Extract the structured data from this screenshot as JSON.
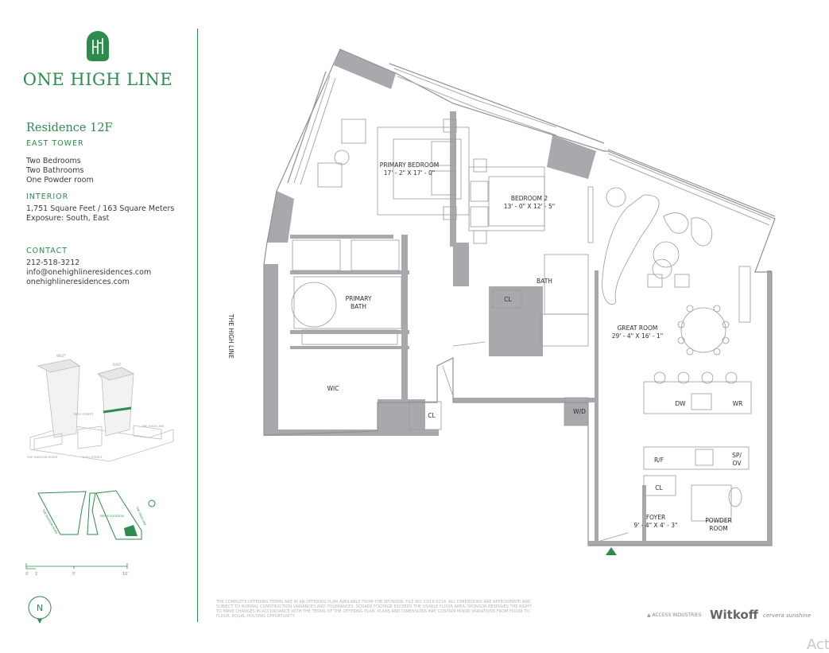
{
  "brand": {
    "name": "ONE HIGH LINE",
    "badge_letters": "HH"
  },
  "residence": {
    "title": "Residence 12F",
    "tower": "EAST TOWER",
    "details": [
      "Two Bedrooms",
      "Two Bathrooms",
      "One Powder room"
    ]
  },
  "interior": {
    "heading": "INTERIOR",
    "area": "1,751 Square Feet / 163 Square Meters",
    "exposure": "Exposure: South, East"
  },
  "contact": {
    "heading": "CONTACT",
    "phone": "212-518-3212",
    "email": "info@onehighlineresidences.com",
    "website": "onehighlineresidences.com"
  },
  "key_plan": {
    "west_label": "WEST",
    "east_label": "EAST",
    "street_18": "18TH STREET",
    "street_17": "17TH STREET",
    "river": "THE HUDSON RIVER",
    "highline": "THE HIGH LINE",
    "map_river": "THE HUDSON RIVER",
    "map_highline": "THE HIGH LINE",
    "map_center": "PIER'S LOCATION"
  },
  "scale": {
    "ticks": [
      "0'",
      "1'",
      "5'",
      "10'"
    ]
  },
  "north": {
    "label": "N"
  },
  "plan": {
    "street_label": "THE HIGH LINE",
    "rooms": {
      "primary_bedroom": "PRIMARY BEDROOM",
      "primary_bedroom_dim": "17' - 2\" X 17' - 0\"",
      "bedroom2": "BEDROOM 2",
      "bedroom2_dim": "13' - 0\" X 12' - 5\"",
      "primary_bath_1": "PRIMARY",
      "primary_bath_2": "BATH",
      "bath": "BATH",
      "cl1": "CL",
      "cl2": "CL",
      "cl3": "CL",
      "wic": "WIC",
      "great_room": "GREAT ROOM",
      "great_room_dim": "29' - 4\" X 16' - 1\"",
      "dw": "DW",
      "wr": "WR",
      "wd": "W/D",
      "rf": "R/F",
      "spov_1": "SP/",
      "spov_2": "OV",
      "foyer": "FOYER",
      "foyer_dim": "9' - 4\" X 4' - 3\"",
      "powder_1": "POWDER",
      "powder_2": "ROOM"
    }
  },
  "disclaimer": "THE COMPLETE OFFERING TERMS ARE IN AN OFFERING PLAN AVAILABLE FROM THE SPONSOR. FILE NO. CD18-0214. ALL DIMENSIONS ARE APPROXIMATE AND SUBJECT TO NORMAL CONSTRUCTION VARIANCES AND TOLERANCES. SQUARE FOOTAGE EXCEEDS THE USABLE FLOOR AREA. SPONSOR RESERVES THE RIGHT TO MAKE CHANGES IN ACCORDANCE WITH THE TERMS OF THE OFFERING PLAN. PLANS AND DIMENSIONS MAY CONTAIN MINOR VARIATIONS FROM FLOOR TO FLOOR. EQUAL HOUSING OPPORTUNITY.",
  "developers": {
    "access": "ACCESS INDUSTRIES",
    "witkoff": "Witkoff",
    "corvina": "cervera sunshine"
  },
  "watermark": "Act"
}
